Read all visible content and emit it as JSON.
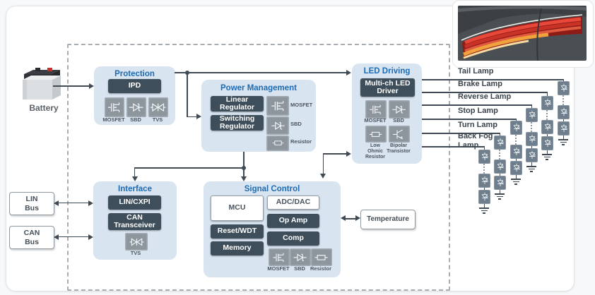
{
  "battery": {
    "label": "Battery"
  },
  "buses": [
    {
      "line1": "LIN",
      "line2": "Bus"
    },
    {
      "line1": "CAN",
      "line2": "Bus"
    }
  ],
  "blocks": {
    "protection": {
      "title": "Protection",
      "chips": [
        "IPD"
      ],
      "icons": [
        "MOSFET",
        "SBD",
        "TVS"
      ]
    },
    "power_management": {
      "title": "Power Management",
      "chips": [
        "Linear Regulator",
        "Switching Regulator"
      ],
      "icons": [
        "MOSFET",
        "SBD",
        "Resistor"
      ]
    },
    "led_driving": {
      "title": "LED Driving",
      "chips": [
        "Multi-ch LED Driver"
      ],
      "icons": [
        "MOSFET",
        "SBD",
        "Low Ohmic Resistor",
        "Bipolar Transistor"
      ]
    },
    "interface": {
      "title": "Interface",
      "chips": [
        "LIN/CXPI",
        "CAN Transceiver"
      ],
      "icons": [
        "TVS"
      ]
    },
    "signal_control": {
      "title": "Signal Control",
      "chips_left": [
        "MCU",
        "Reset/WDT",
        "Memory"
      ],
      "chips_right": [
        "ADC/DAC",
        "Op Amp",
        "Comp"
      ],
      "icons": [
        "MOSFET",
        "SBD",
        "Resistor"
      ]
    }
  },
  "temperature": {
    "label": "Temperature"
  },
  "lamps": [
    {
      "label": "Tail Lamp",
      "led_count": 3
    },
    {
      "label": "Brake Lamp",
      "led_count": 3
    },
    {
      "label": "Reverse Lamp",
      "led_count": 3
    },
    {
      "label": "Stop Lamp",
      "led_count": 3
    },
    {
      "label": "Turn Lamp",
      "led_count": 3
    },
    {
      "label": "Back Fog Lamp",
      "led_count": 3
    }
  ],
  "colors": {
    "accent_blue": "#1d6bb4",
    "block_bg": "#d8e5f1",
    "chip_dark": "#3e4e5a",
    "line": "#3f4a54",
    "tile_gray": "#8d959d",
    "led_tile": "#6e7e8c",
    "tail_light_red": "#b3241d",
    "tail_light_amber": "#f0a23c"
  }
}
